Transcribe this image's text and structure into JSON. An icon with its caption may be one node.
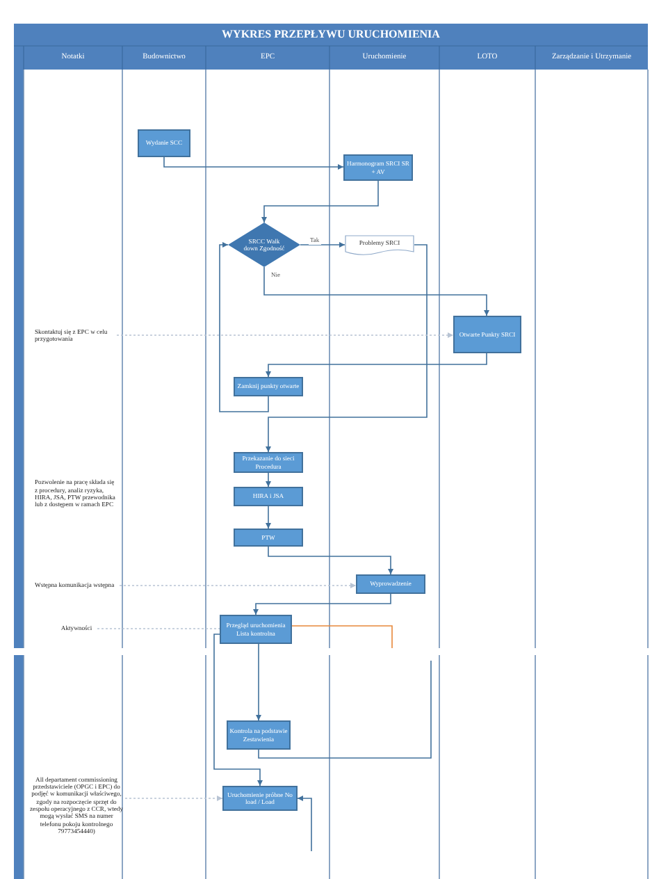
{
  "diagram": {
    "title": "WYKRES PRZEPŁYWU URUCHOMIENIA",
    "nodes": [
      {
        "text": [
          "Wydanie SCC"
        ]
      },
      {
        "text": [
          "Harmonogram SRCI SR + AV"
        ]
      },
      {
        "text": [
          "SRCC Walk down Zgodność"
        ]
      },
      {
        "text": [
          "Problemy SRCI"
        ]
      },
      {
        "text": [
          "Otwarte Punkty SRCI"
        ]
      },
      {
        "text": [
          "Zamknij punkty otwarte"
        ]
      },
      {
        "text": [
          "Przekazanie do sieci Procedura"
        ]
      },
      {
        "text": [
          "HIRA i JSA"
        ]
      },
      {
        "text": [
          "PTW"
        ]
      },
      {
        "text": [
          "Wyprowadzenie"
        ]
      },
      {
        "text": [
          "Przegląd uruchomienia Lista kontrolna"
        ]
      },
      {
        "text": [
          "Kontrola na podstawie Zestawienia"
        ]
      },
      {
        "text": [
          "Uruchomienie próbne No load / Load"
        ]
      },
      {
        "text": [
          "Skontaktuj się z EPC w celu przygotowania"
        ]
      },
      {
        "text": [
          "Pozwolenie na pracę składa się z procedury, analiz ryzyka, HIRA, JSA, PTW przewodnika lub z dostępem w ramach EPC"
        ]
      },
      {
        "text": [
          "Wstępna komunikacja wstępna"
        ]
      },
      {
        "text": [
          "Aktywności"
        ]
      },
      {
        "text": [
          "All departament commissioning przedstawiciele (OPGC i EPC) do podjęć w komunikacji właściwego, zgody na rozpoczęcie sprzęt do zespołu operacyjnego z CCR, wtedy mogą wysłać SMS na numer telefonu pokoju kontrolnego 79773454440)"
        ]
      }
    ],
    "edges": [
      {
        "from": 0,
        "to": 1,
        "arrow": "to"
      },
      {
        "from": 1,
        "to": 2,
        "arrow": "to"
      },
      {
        "from": 2,
        "to": 3,
        "arrow": "to",
        "label": "Tak"
      },
      {
        "from": 2,
        "to": 4,
        "arrow": "to",
        "label": "Nie"
      },
      {
        "from": 3,
        "to": 6,
        "arrow": "to"
      },
      {
        "from": 4,
        "to": 5,
        "arrow": "to"
      },
      {
        "from": 5,
        "to": 2,
        "arrow": "to"
      },
      {
        "from": 6,
        "to": 7,
        "arrow": "to"
      },
      {
        "from": 7,
        "to": 8,
        "arrow": "to"
      },
      {
        "from": 8,
        "to": 9,
        "arrow": "to"
      },
      {
        "from": 9,
        "to": 10,
        "arrow": "to"
      },
      {
        "from": 10,
        "to": 11,
        "arrow": "to"
      },
      {
        "from": 11,
        "to": null,
        "arrow": "none"
      },
      {
        "from": 10,
        "to": 12,
        "arrow": "to"
      },
      {
        "from": 10,
        "to": null,
        "arrow": "none",
        "color": "#e8883a"
      },
      {
        "from": null,
        "to": 12,
        "arrow": "to"
      },
      {
        "from": 13,
        "to": 4,
        "arrow": "to",
        "style": "dashed",
        "color": "#b8c4d4"
      },
      {
        "from": 15,
        "to": 9,
        "arrow": "to",
        "style": "dashed",
        "color": "#b8c4d4"
      },
      {
        "from": 16,
        "to": 10,
        "arrow": "none",
        "style": "dashed",
        "color": "#b8c4d4"
      },
      {
        "from": 17,
        "to": 12,
        "arrow": "to",
        "style": "dashed",
        "color": "#b8c4d4"
      }
    ],
    "labels": [
      "Notatki",
      "Budownictwo",
      "EPC",
      "Uruchomienie",
      "LOTO",
      "Zarządzanie i Utrzymanie"
    ]
  }
}
